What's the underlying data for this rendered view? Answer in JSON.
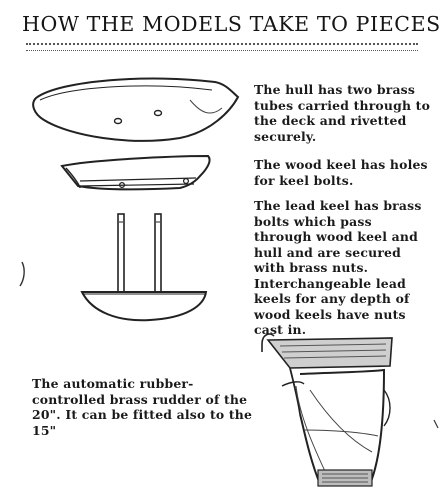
{
  "page": {
    "title": "HOW THE MODELS TAKE TO PIECES"
  },
  "captions": {
    "hull": "The hull has two brass tubes carried through to the deck and rivetted securely.",
    "wood_keel": "The wood keel has holes for keel bolts.",
    "lead_keel": "The lead keel has brass bolts which pass through wood keel and hull and are secured with brass nuts. Interchangeable lead keels for any depth of wood keels have nuts cast in.",
    "rudder": "The automatic rubber-controlled brass rudder of the 20\". It can be fitted also to the 15\""
  }
}
